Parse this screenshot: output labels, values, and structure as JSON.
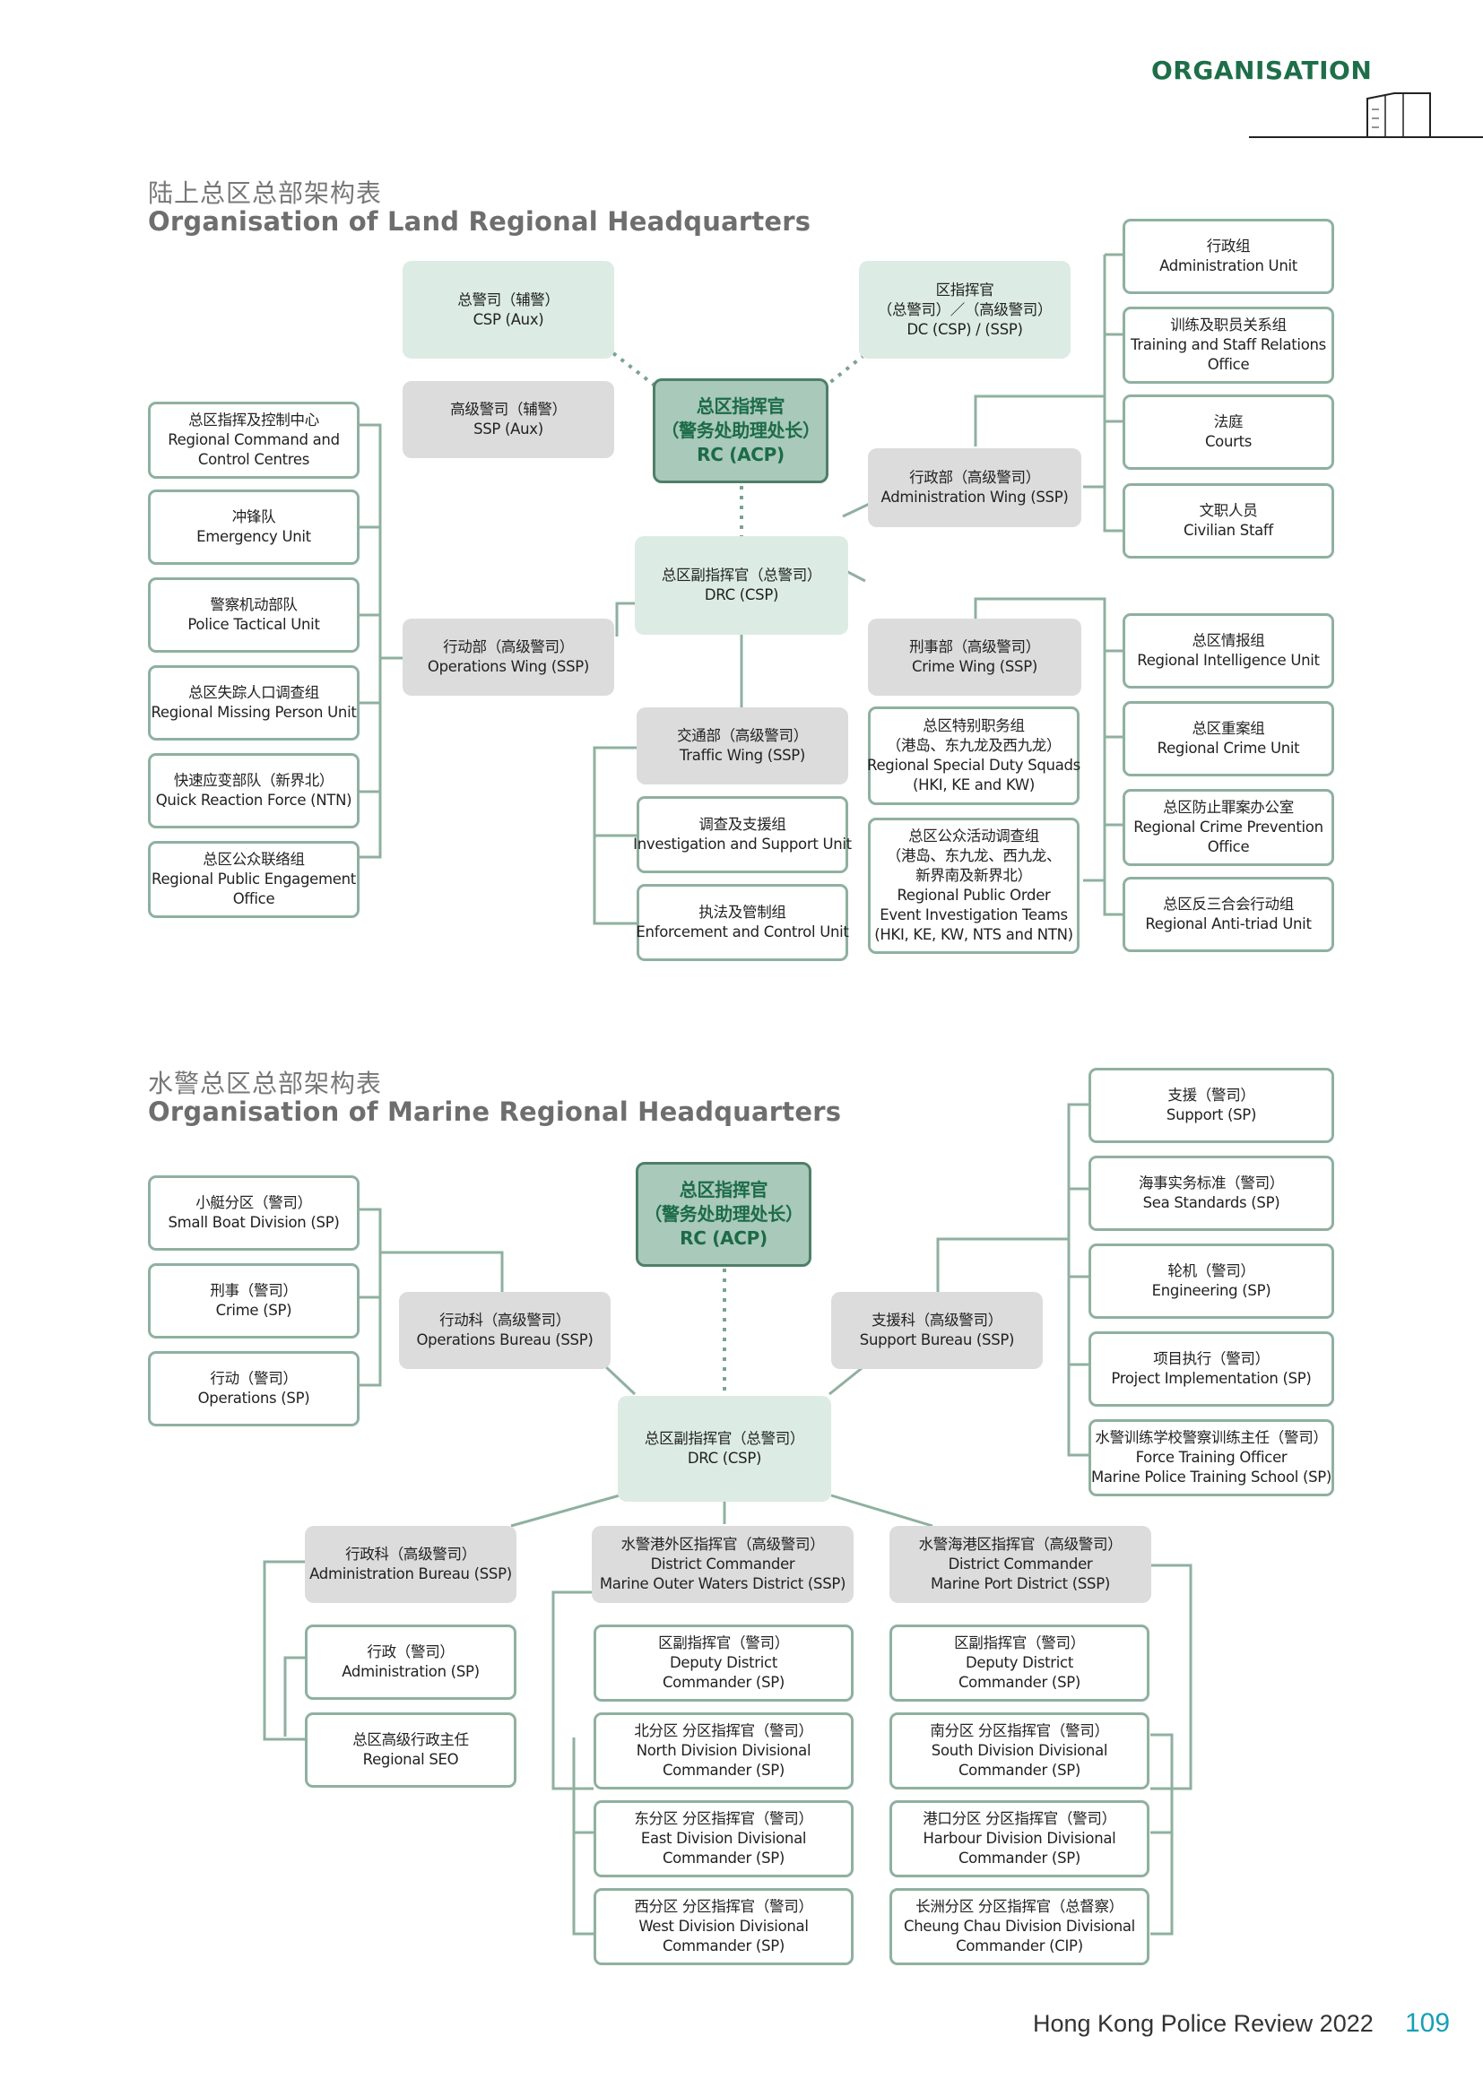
{
  "header": {
    "section": "ORGANISATION"
  },
  "footer": {
    "publication": "Hong Kong Police Review 2022",
    "page_number": "109"
  },
  "land": {
    "title_cn": "陆上总区总部架构表",
    "title_en": "Organisation of Land Regional Headquarters",
    "csp_aux": [
      "总警司（辅警）",
      "CSP (Aux)"
    ],
    "dc": [
      "区指挥官",
      "（总警司）／（高级警司）",
      "DC (CSP) / (SSP)"
    ],
    "ssp_aux": [
      "高级警司（辅警）",
      "SSP (Aux)"
    ],
    "rc": [
      "总区指挥官",
      "（警务处助理处长）",
      "RC (ACP)"
    ],
    "admin_wing": [
      "行政部（高级警司）",
      "Administration Wing (SSP)"
    ],
    "drc": [
      "总区副指挥官（总警司）",
      "DRC (CSP)"
    ],
    "ops_wing": [
      "行动部（高级警司）",
      "Operations Wing (SSP)"
    ],
    "crime_wing": [
      "刑事部（高级警司）",
      "Crime Wing (SSP)"
    ],
    "traffic_wing": [
      "交通部（高级警司）",
      "Traffic Wing (SSP)"
    ],
    "admin_unit": [
      "行政组",
      "Administration Unit"
    ],
    "training": [
      "训练及职员关系组",
      "Training and Staff Relations",
      "Office"
    ],
    "courts": [
      "法庭",
      "Courts"
    ],
    "civilian": [
      "文职人员",
      "Civilian Staff"
    ],
    "rccc": [
      "总区指挥及控制中心",
      "Regional Command and",
      "Control Centres"
    ],
    "eu": [
      "冲锋队",
      "Emergency Unit"
    ],
    "ptu": [
      "警察机动部队",
      "Police Tactical Unit"
    ],
    "rmpu": [
      "总区失踪人口调查组",
      "Regional Missing Person Unit"
    ],
    "qrf": [
      "快速应变部队（新界北）",
      "Quick Reaction Force (NTN)"
    ],
    "rpeo": [
      "总区公众联络组",
      "Regional Public Engagement",
      "Office"
    ],
    "riu": [
      "总区情报组",
      "Regional Intelligence Unit"
    ],
    "rcu": [
      "总区重案组",
      "Regional Crime Unit"
    ],
    "rcpo": [
      "总区防止罪案办公室",
      "Regional Crime Prevention",
      "Office"
    ],
    "ratu": [
      "总区反三合会行动组",
      "Regional Anti-triad Unit"
    ],
    "rsds": [
      "总区特别职务组",
      "（港岛、东九龙及西九龙）",
      "Regional Special Duty Squads",
      "(HKI, KE and KW)"
    ],
    "rpoeit": [
      "总区公众活动调查组",
      "（港岛、东九龙、西九龙、",
      "新界南及新界北）",
      "Regional Public Order",
      "Event Investigation Teams",
      "(HKI, KE, KW, NTS and NTN)"
    ],
    "isu": [
      "调查及支援组",
      "Investigation and Support Unit"
    ],
    "ecu": [
      "执法及管制组",
      "Enforcement and Control Unit"
    ]
  },
  "marine": {
    "title_cn": "水警总区总部架构表",
    "title_en": "Organisation of Marine Regional Headquarters",
    "rc": [
      "总区指挥官",
      "（警务处助理处长）",
      "RC (ACP)"
    ],
    "sbd": [
      "小艇分区（警司）",
      "Small Boat Division (SP)"
    ],
    "crime": [
      "刑事（警司）",
      "Crime (SP)"
    ],
    "operations": [
      "行动（警司）",
      "Operations (SP)"
    ],
    "ops_bureau": [
      "行动科（高级警司）",
      "Operations Bureau (SSP)"
    ],
    "sup_bureau": [
      "支援科（高级警司）",
      "Support Bureau (SSP)"
    ],
    "support": [
      "支援（警司）",
      "Support (SP)"
    ],
    "sea_std": [
      "海事实务标准（警司）",
      "Sea Standards (SP)"
    ],
    "engineering": [
      "轮机（警司）",
      "Engineering (SP)"
    ],
    "project": [
      "项目执行（警司）",
      "Project Implementation (SP)"
    ],
    "fto": [
      "水警训练学校警察训练主任（警司）",
      "Force Training Officer",
      "Marine Police Training School (SP)"
    ],
    "drc": [
      "总区副指挥官（总警司）",
      "DRC (CSP)"
    ],
    "admin_bureau": [
      "行政科（高级警司）",
      "Administration Bureau (SSP)"
    ],
    "mowd": [
      "水警港外区指挥官（高级警司）",
      "District Commander",
      "Marine Outer Waters District (SSP)"
    ],
    "mpd": [
      "水警海港区指挥官（高级警司）",
      "District Commander",
      "Marine Port District (SSP)"
    ],
    "administration": [
      "行政（警司）",
      "Administration (SP)"
    ],
    "seo": [
      "总区高级行政主任",
      "Regional SEO"
    ],
    "ddc1": [
      "区副指挥官（警司）",
      "Deputy District",
      "Commander (SP)"
    ],
    "north": [
      "北分区 分区指挥官（警司）",
      "North Division Divisional",
      "Commander (SP)"
    ],
    "east": [
      "东分区 分区指挥官（警司）",
      "East Division Divisional",
      "Commander (SP)"
    ],
    "west": [
      "西分区 分区指挥官（警司）",
      "West Division Divisional",
      "Commander (SP)"
    ],
    "ddc2": [
      "区副指挥官（警司）",
      "Deputy District",
      "Commander (SP)"
    ],
    "south": [
      "南分区 分区指挥官（警司）",
      "South Division Divisional",
      "Commander (SP)"
    ],
    "harbour": [
      "港口分区 分区指挥官（警司）",
      "Harbour Division Divisional",
      "Commander (SP)"
    ],
    "cheung_chau": [
      "长洲分区 分区指挥官（总督察）",
      "Cheung Chau Division Divisional",
      "Commander (CIP)"
    ]
  }
}
